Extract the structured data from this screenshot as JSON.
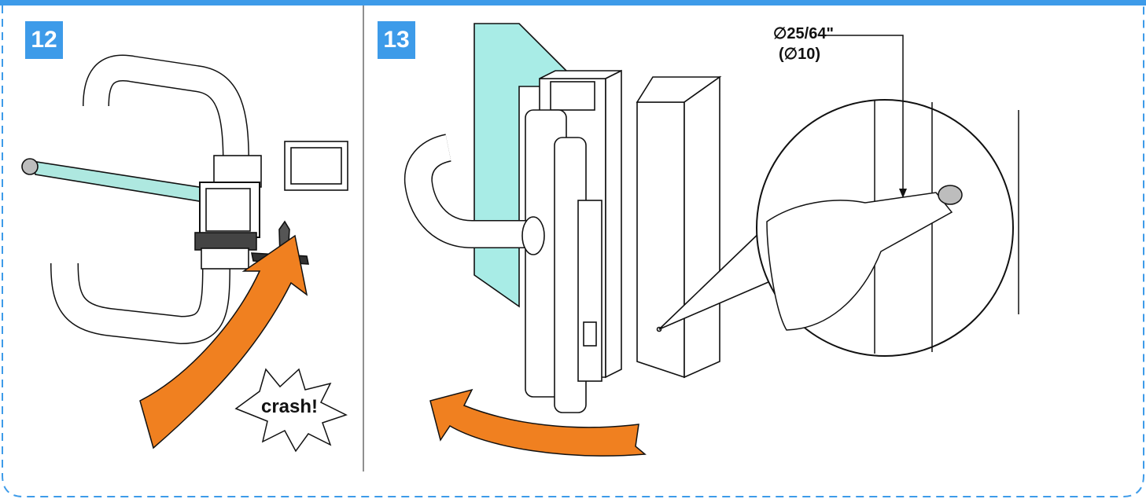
{
  "steps": [
    {
      "number": "12",
      "annotation": "crash!"
    },
    {
      "number": "13",
      "dimension_inch": "∅25/64\"",
      "dimension_mm": "(∅10)"
    }
  ],
  "colors": {
    "frame_blue": "#3d9be9",
    "badge_blue": "#3d9be9",
    "arrow_orange": "#f08020",
    "glass_cyan": "#a8ece6",
    "spindle_cyan": "#aee8e0",
    "ink": "#111111"
  }
}
